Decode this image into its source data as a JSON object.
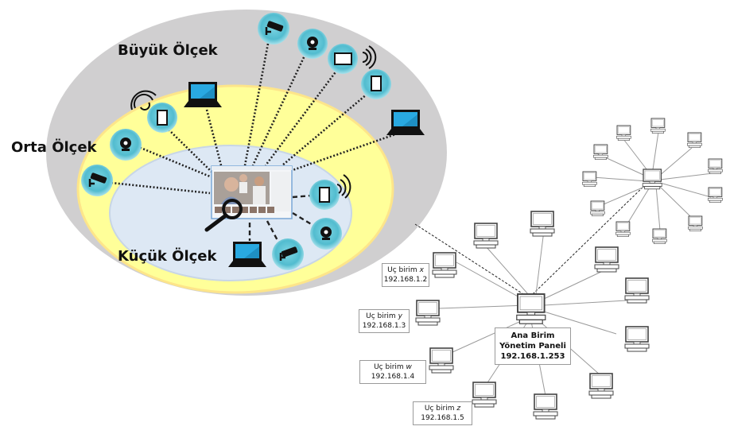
{
  "scales": {
    "large": "Büyük Ölçek",
    "medium": "Orta Ölçek",
    "small": "Küçük Ölçek"
  },
  "colors": {
    "large_zone": "#d0cfd0",
    "medium_zone": "#ffff99",
    "small_zone": "#dde8f4",
    "device_bubble": "#5ec4d6",
    "laptop_screen": "#29a9e1",
    "link_line": "#9a9a9a"
  },
  "devices": [
    {
      "type": "cctv-camera",
      "zone": "large"
    },
    {
      "type": "webcam",
      "zone": "large"
    },
    {
      "type": "tablet-landscape",
      "zone": "large",
      "wireless": true
    },
    {
      "type": "tablet",
      "zone": "large"
    },
    {
      "type": "laptop",
      "zone": "large"
    },
    {
      "type": "laptop",
      "zone": "medium"
    },
    {
      "type": "tablet",
      "zone": "medium",
      "wireless": true
    },
    {
      "type": "webcam",
      "zone": "medium"
    },
    {
      "type": "cctv-camera",
      "zone": "medium"
    },
    {
      "type": "tablet",
      "zone": "small",
      "wireless": true
    },
    {
      "type": "webcam",
      "zone": "small"
    },
    {
      "type": "cctv-camera",
      "zone": "small"
    },
    {
      "type": "laptop",
      "zone": "small"
    }
  ],
  "center_app": {
    "name": "face-recognition-window"
  },
  "network": {
    "main_unit": {
      "line1": "Ana Birim",
      "line2": "Yönetim Paneli",
      "ip": "192.168.1.253"
    },
    "terminals": [
      {
        "prefix": "Uç birim",
        "var": "x",
        "ip": "192.168.1.2"
      },
      {
        "prefix": "Uç birim",
        "var": "y",
        "ip": "192.168.1.3"
      },
      {
        "prefix": "Uç birim",
        "var": "w",
        "ip": "192.168.1.4"
      },
      {
        "prefix": "Uç birim",
        "var": "z",
        "ip": "192.168.1.5"
      }
    ]
  }
}
